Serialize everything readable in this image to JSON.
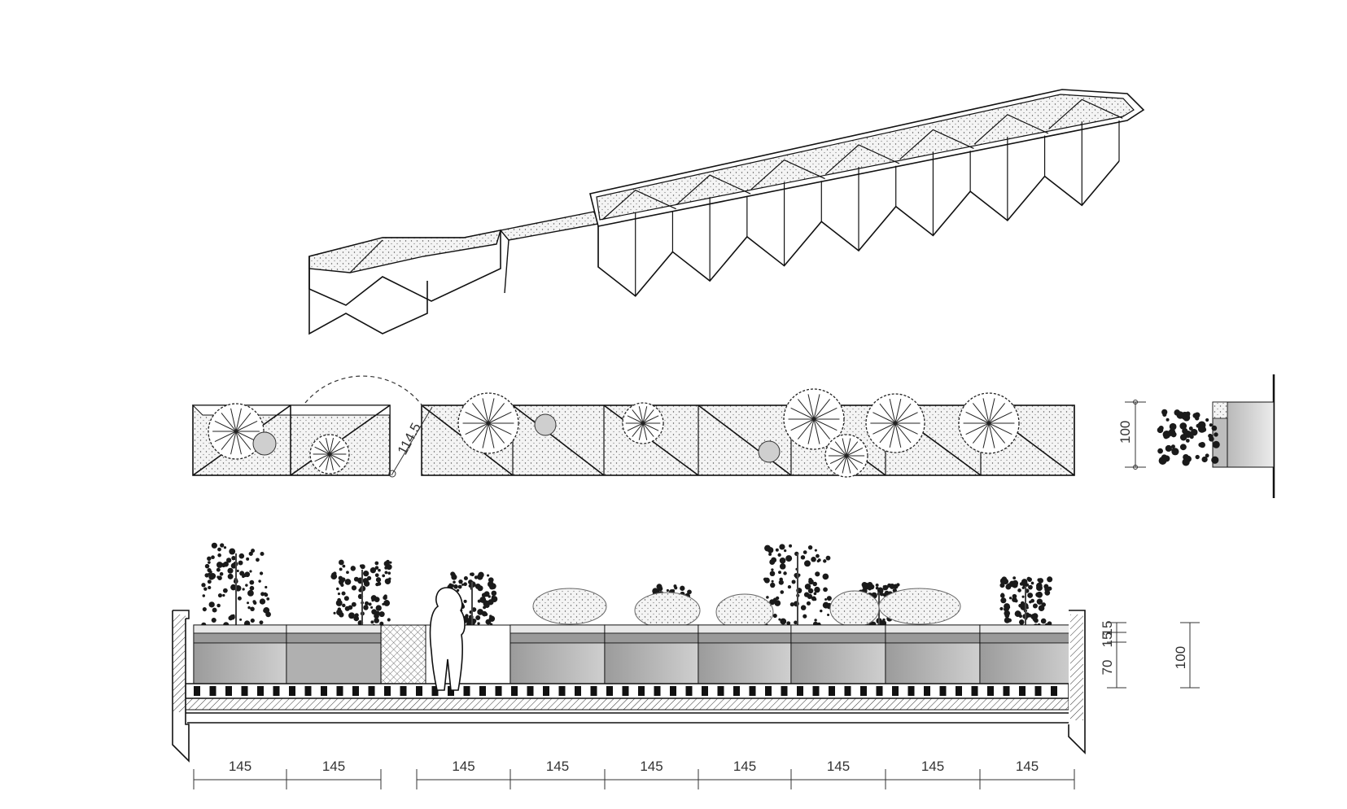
{
  "colors": {
    "line": "#111111",
    "soil": "#d9d9d9",
    "planter_light": "#e6e6e6",
    "planter_dark": "#a9a9a9",
    "foliage": "#1a1a1a"
  },
  "plan": {
    "dimension_label": "114.5"
  },
  "side_section": {
    "height_label": "100"
  },
  "elevation": {
    "module_labels_left": [
      "145",
      "145"
    ],
    "module_labels_right": [
      "145",
      "145",
      "145",
      "145",
      "145",
      "145",
      "145"
    ],
    "right_dims": [
      "15",
      "15",
      "70",
      "100"
    ]
  }
}
